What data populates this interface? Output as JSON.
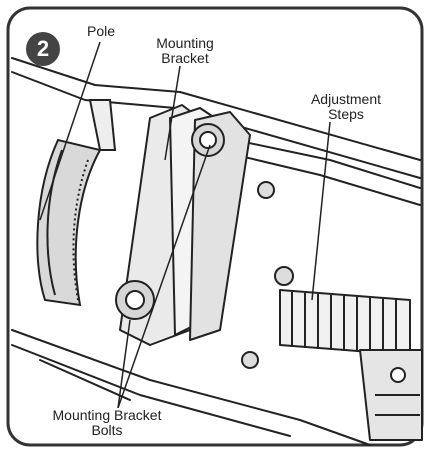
{
  "step_number": "2",
  "labels": {
    "pole": "Pole",
    "mounting_bracket_line1": "Mounting",
    "mounting_bracket_line2": "Bracket",
    "adjustment_steps_line1": "Adjustment",
    "adjustment_steps_line2": "Steps",
    "bracket_bolts_line1": "Mounting Bracket",
    "bracket_bolts_line2": "Bolts"
  },
  "colors": {
    "frame_border": "#333333",
    "badge": "#444444",
    "ink": "#222222",
    "shade": "#d9d9d9"
  }
}
